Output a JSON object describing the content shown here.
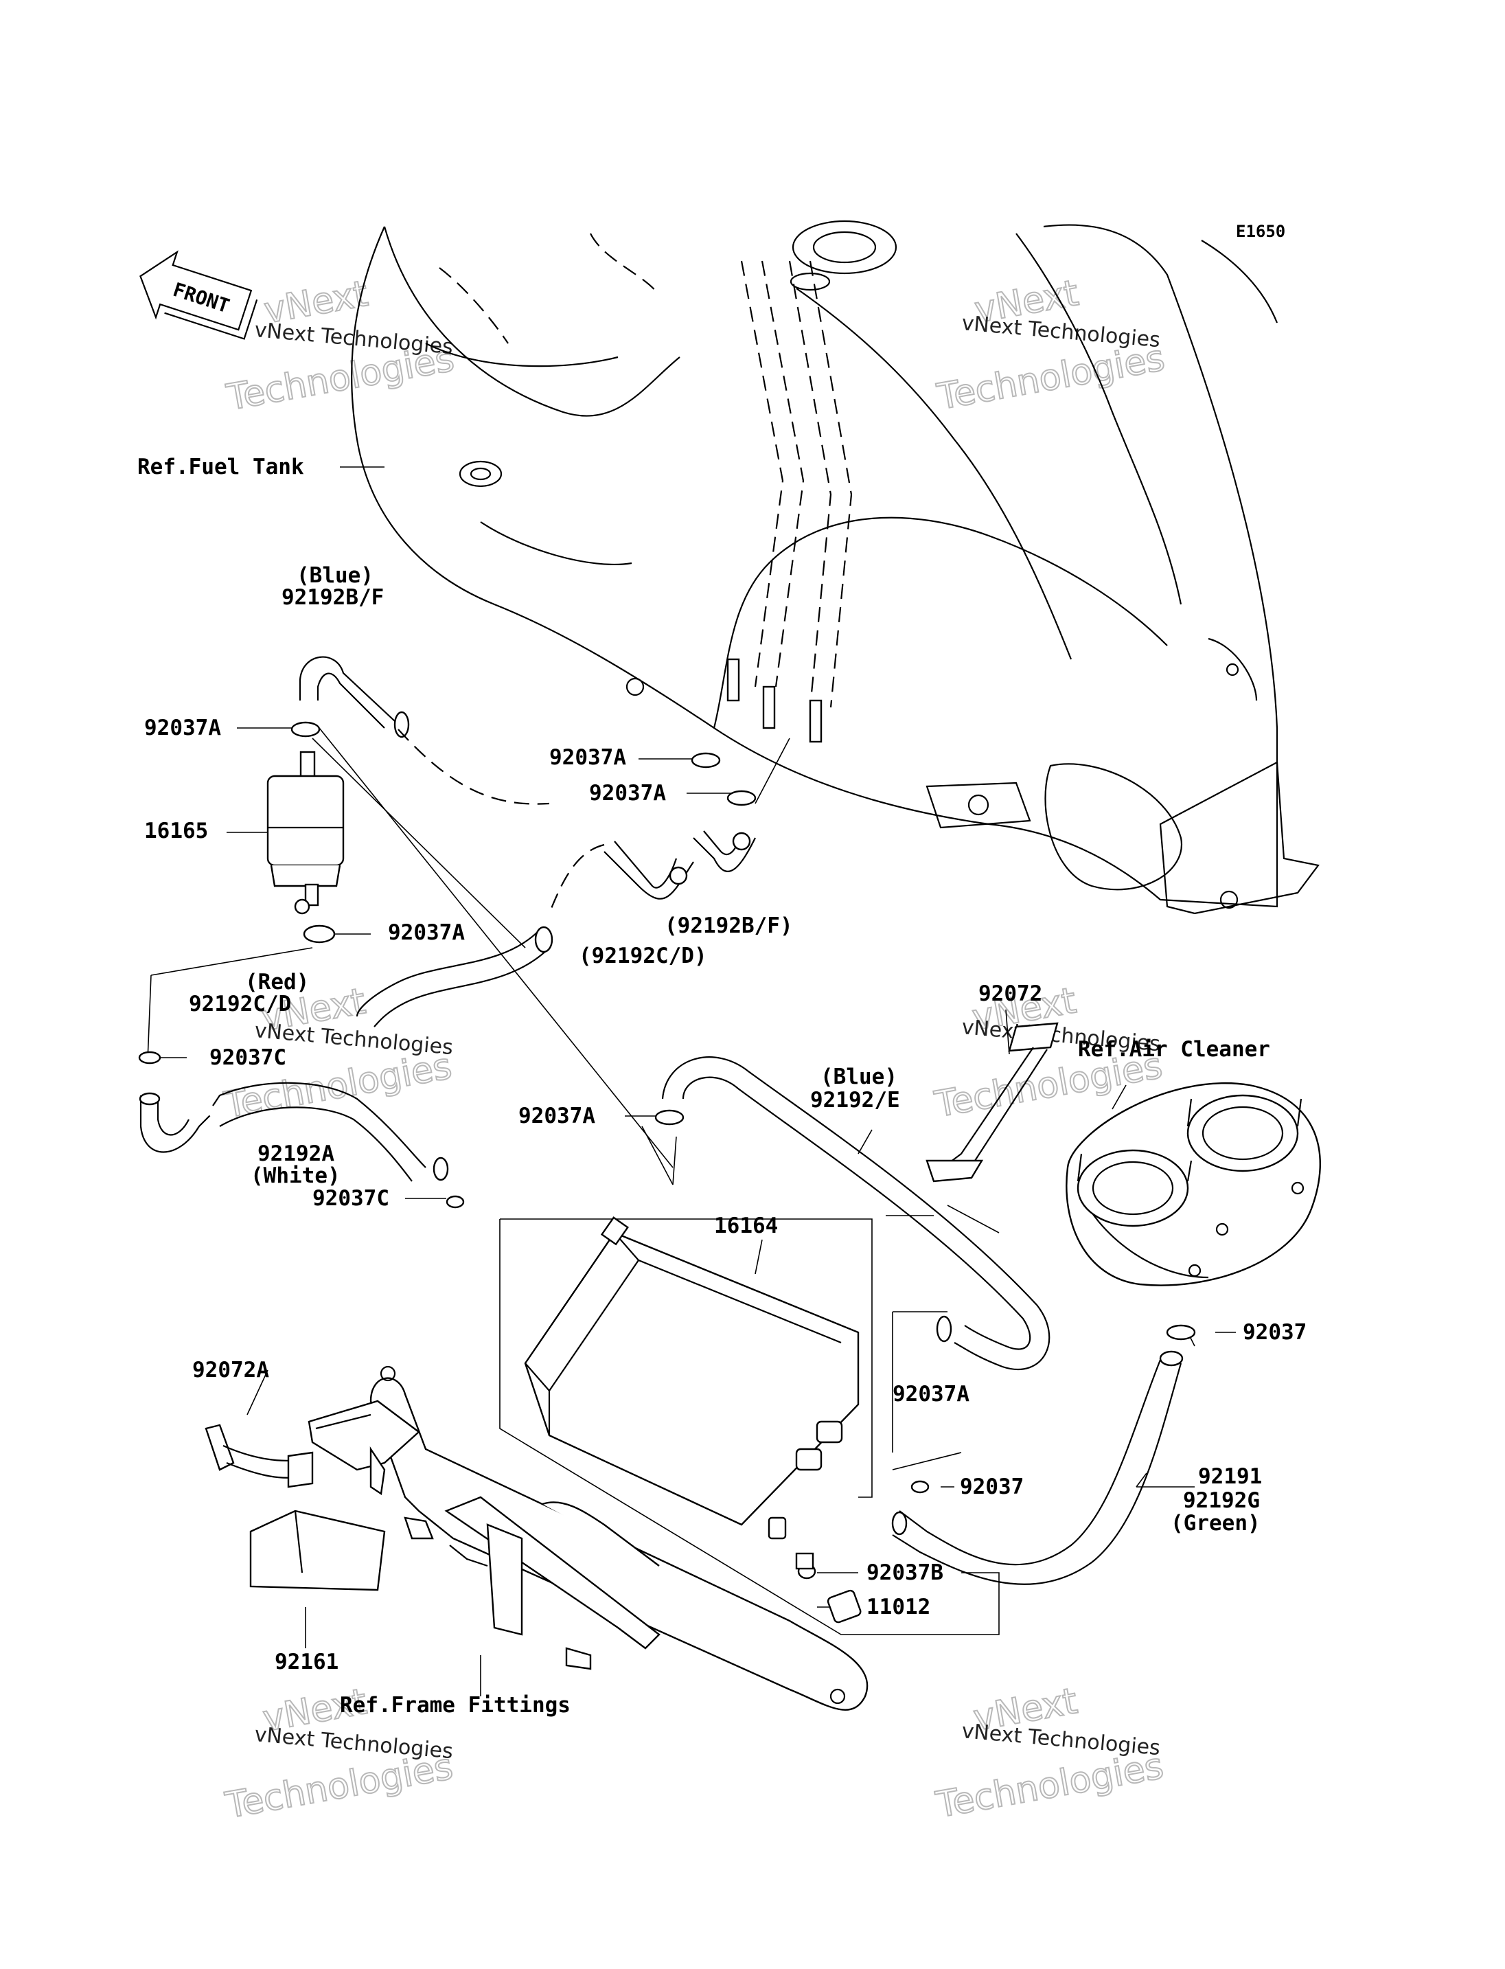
{
  "diagram": {
    "code": "E1650",
    "front_label": "FRONT",
    "watermarks": [
      {
        "line1": "vNext",
        "line2": "vNext Technologies",
        "line3": "Technologies"
      },
      {
        "line1": "vNext",
        "line2": "vNext Technologies",
        "line3": "Technologies"
      },
      {
        "line1": "vNext",
        "line2": "vNext Technologies",
        "line3": "Technologies"
      },
      {
        "line1": "vNext",
        "line2": "vNext Technologies",
        "line3": "Technologies"
      },
      {
        "line1": "vNext",
        "line2": "vNext Technologies",
        "line3": "Technologies"
      },
      {
        "line1": "vNext",
        "line2": "vNext Technologies",
        "line3": "Technologies"
      }
    ],
    "labels": {
      "ref_fuel_tank": "Ref.Fuel Tank",
      "blue_1": "(Blue)",
      "p92192bf_1": "92192B/F",
      "p92037a_1": "92037A",
      "p16165": "16165",
      "p92037a_2": "92037A",
      "p92037a_3": "92037A",
      "p92037a_4": "92037A",
      "p92192bf_2": "(92192B/F)",
      "p92192cd_1": "(92192C/D)",
      "red": "(Red)",
      "p92192cd_2": "92192C/D",
      "p92037c_1": "92037C",
      "p92192a": "92192A",
      "white": "(White)",
      "p92037c_2": "92037C",
      "p92037a_5": "92037A",
      "blue_2": "(Blue)",
      "p92192e": "92192/E",
      "p92072": "92072",
      "ref_air_cleaner": "Ref.Air Cleaner",
      "p16164": "16164",
      "p92037_1": "92037",
      "p92037a_6": "92037A",
      "p92072a": "92072A",
      "p92037_2": "92037",
      "p92191": "92191",
      "p92192g": "92192G",
      "green": "(Green)",
      "p92037b": "92037B",
      "p11012": "11012",
      "p92161": "92161",
      "ref_frame_fittings": "Ref.Frame Fittings"
    }
  }
}
